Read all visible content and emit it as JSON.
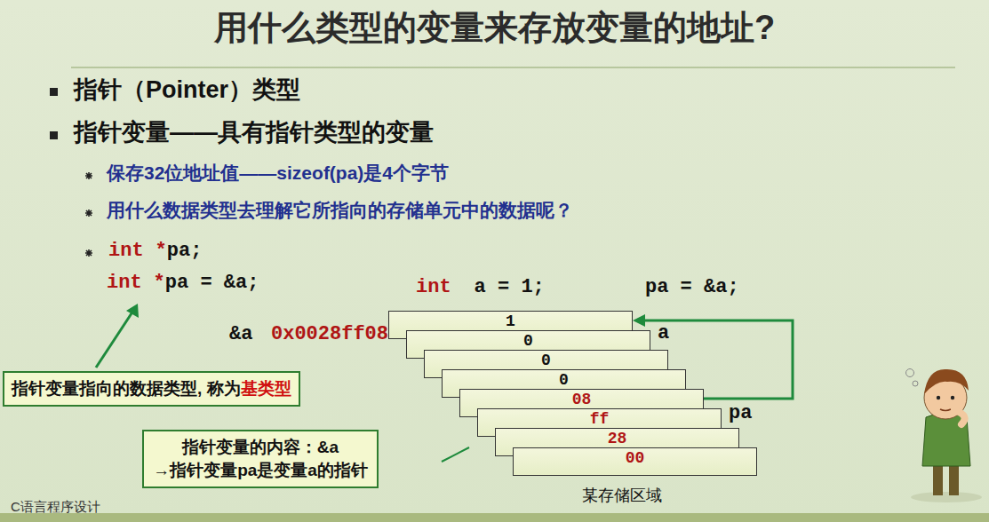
{
  "diagram": {
    "title": "用什么类型的变量来存放变量的地址?",
    "nodes": [
      {
        "text": [
          "1"
        ]
      },
      {
        "text": [
          "0"
        ]
      },
      {
        "text": [
          "0"
        ]
      },
      {
        "text": [
          "0"
        ]
      },
      {
        "text": [
          "08"
        ]
      },
      {
        "text": [
          "ff"
        ]
      },
      {
        "text": [
          "28"
        ]
      },
      {
        "text": [
          "00"
        ]
      },
      {
        "text": [
          "指针变量指向的数据类型, 称为",
          "基类型"
        ]
      },
      {
        "text": [
          "指针变量的内容：&a",
          "→指针变量pa是变量a的指针"
        ]
      }
    ],
    "edges": [
      {
        "from": 4,
        "to": 0,
        "arrow": "to"
      }
    ],
    "labels": [
      "指针（Pointer）类型",
      "指针变量——具有指针类型的变量",
      "保存32位地址值——sizeof(pa)是4个字节",
      "用什么数据类型去理解它所指向的存储单元中的数据呢？",
      "int",
      "*",
      "pa;",
      "int",
      "*",
      "pa = &a;",
      "int",
      "a = 1;",
      "pa = &a;",
      "&a",
      "0x0028ff08",
      "a",
      "pa",
      "某存储区域",
      "C语言程序设计"
    ]
  }
}
